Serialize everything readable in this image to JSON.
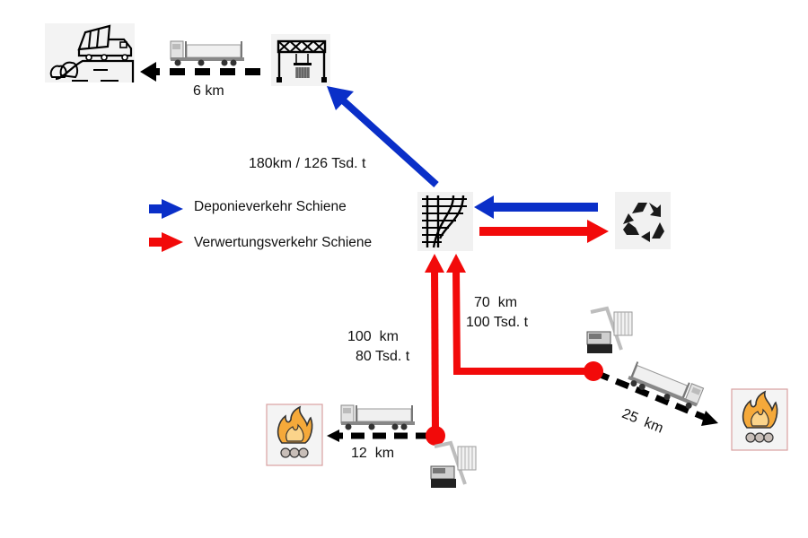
{
  "colors": {
    "deponie": "#0a2fc8",
    "verwertung": "#f20a0a",
    "truck_route": "#000000",
    "icon_bg": "#f1f1f1",
    "fire_border": "#d9a0a0",
    "fire_fill": "#f5a93a"
  },
  "legend": {
    "items": [
      {
        "label": "Deponieverkehr Schiene",
        "color_key": "deponie"
      },
      {
        "label": "Verwertungsverkehr Schiene",
        "color_key": "verwertung"
      }
    ]
  },
  "nodes": {
    "landfill": {
      "icon": "landfill-dump-truck-icon"
    },
    "crane_terminal": {
      "icon": "gantry-crane-icon"
    },
    "rail_yard": {
      "icon": "rail-switch-yard-icon"
    },
    "recycling": {
      "icon": "recycling-icon"
    },
    "incinerator_left": {
      "icon": "fire-incinerator-icon"
    },
    "incinerator_right": {
      "icon": "fire-incinerator-icon"
    },
    "skip_loader_left": {
      "icon": "skip-loader-truck-icon"
    },
    "skip_loader_right": {
      "icon": "skip-loader-truck-icon"
    }
  },
  "routes": {
    "landfill_truck": {
      "distance": "6 km"
    },
    "deponie_rail": {
      "label": "180km / 126 Tsd. t"
    },
    "left_rail": {
      "distance": "100  km",
      "tonnage": "80 Tsd. t"
    },
    "right_rail": {
      "distance": "70  km",
      "tonnage": "100 Tsd. t"
    },
    "left_truck": {
      "distance": "12  km"
    },
    "right_truck": {
      "distance": "25  km"
    }
  }
}
